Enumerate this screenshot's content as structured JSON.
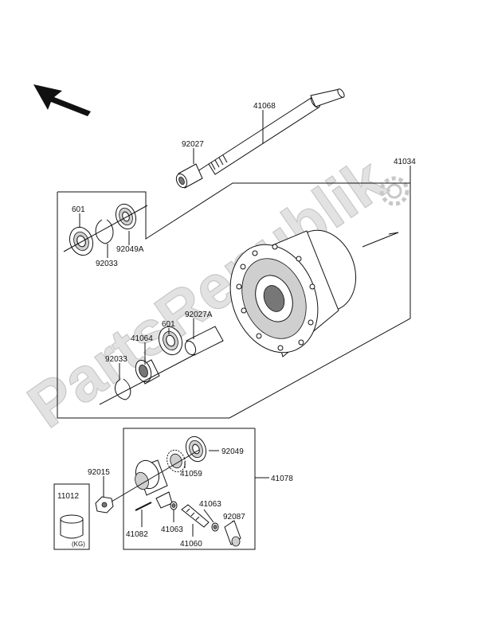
{
  "parts": {
    "p41068": "41068",
    "p92027": "92027",
    "p41034": "41034",
    "p601_top": "601",
    "p92049A": "92049A",
    "p92033_top": "92033",
    "p92027A": "92027A",
    "p41064": "41064",
    "p601_mid": "601",
    "p92033_mid": "92033",
    "p92049": "92049",
    "p41059": "41059",
    "p41078": "41078",
    "p92015": "92015",
    "p11012": "11012",
    "p41063_right": "41063",
    "p92087": "92087",
    "p41082": "41082",
    "p41063_left": "41063",
    "p41060": "41060"
  },
  "callout_note": "(KG)",
  "watermark": "PartsRepublik",
  "icons": {
    "direction": "front-direction-arrow-icon",
    "gear": "gear-logo-icon"
  }
}
